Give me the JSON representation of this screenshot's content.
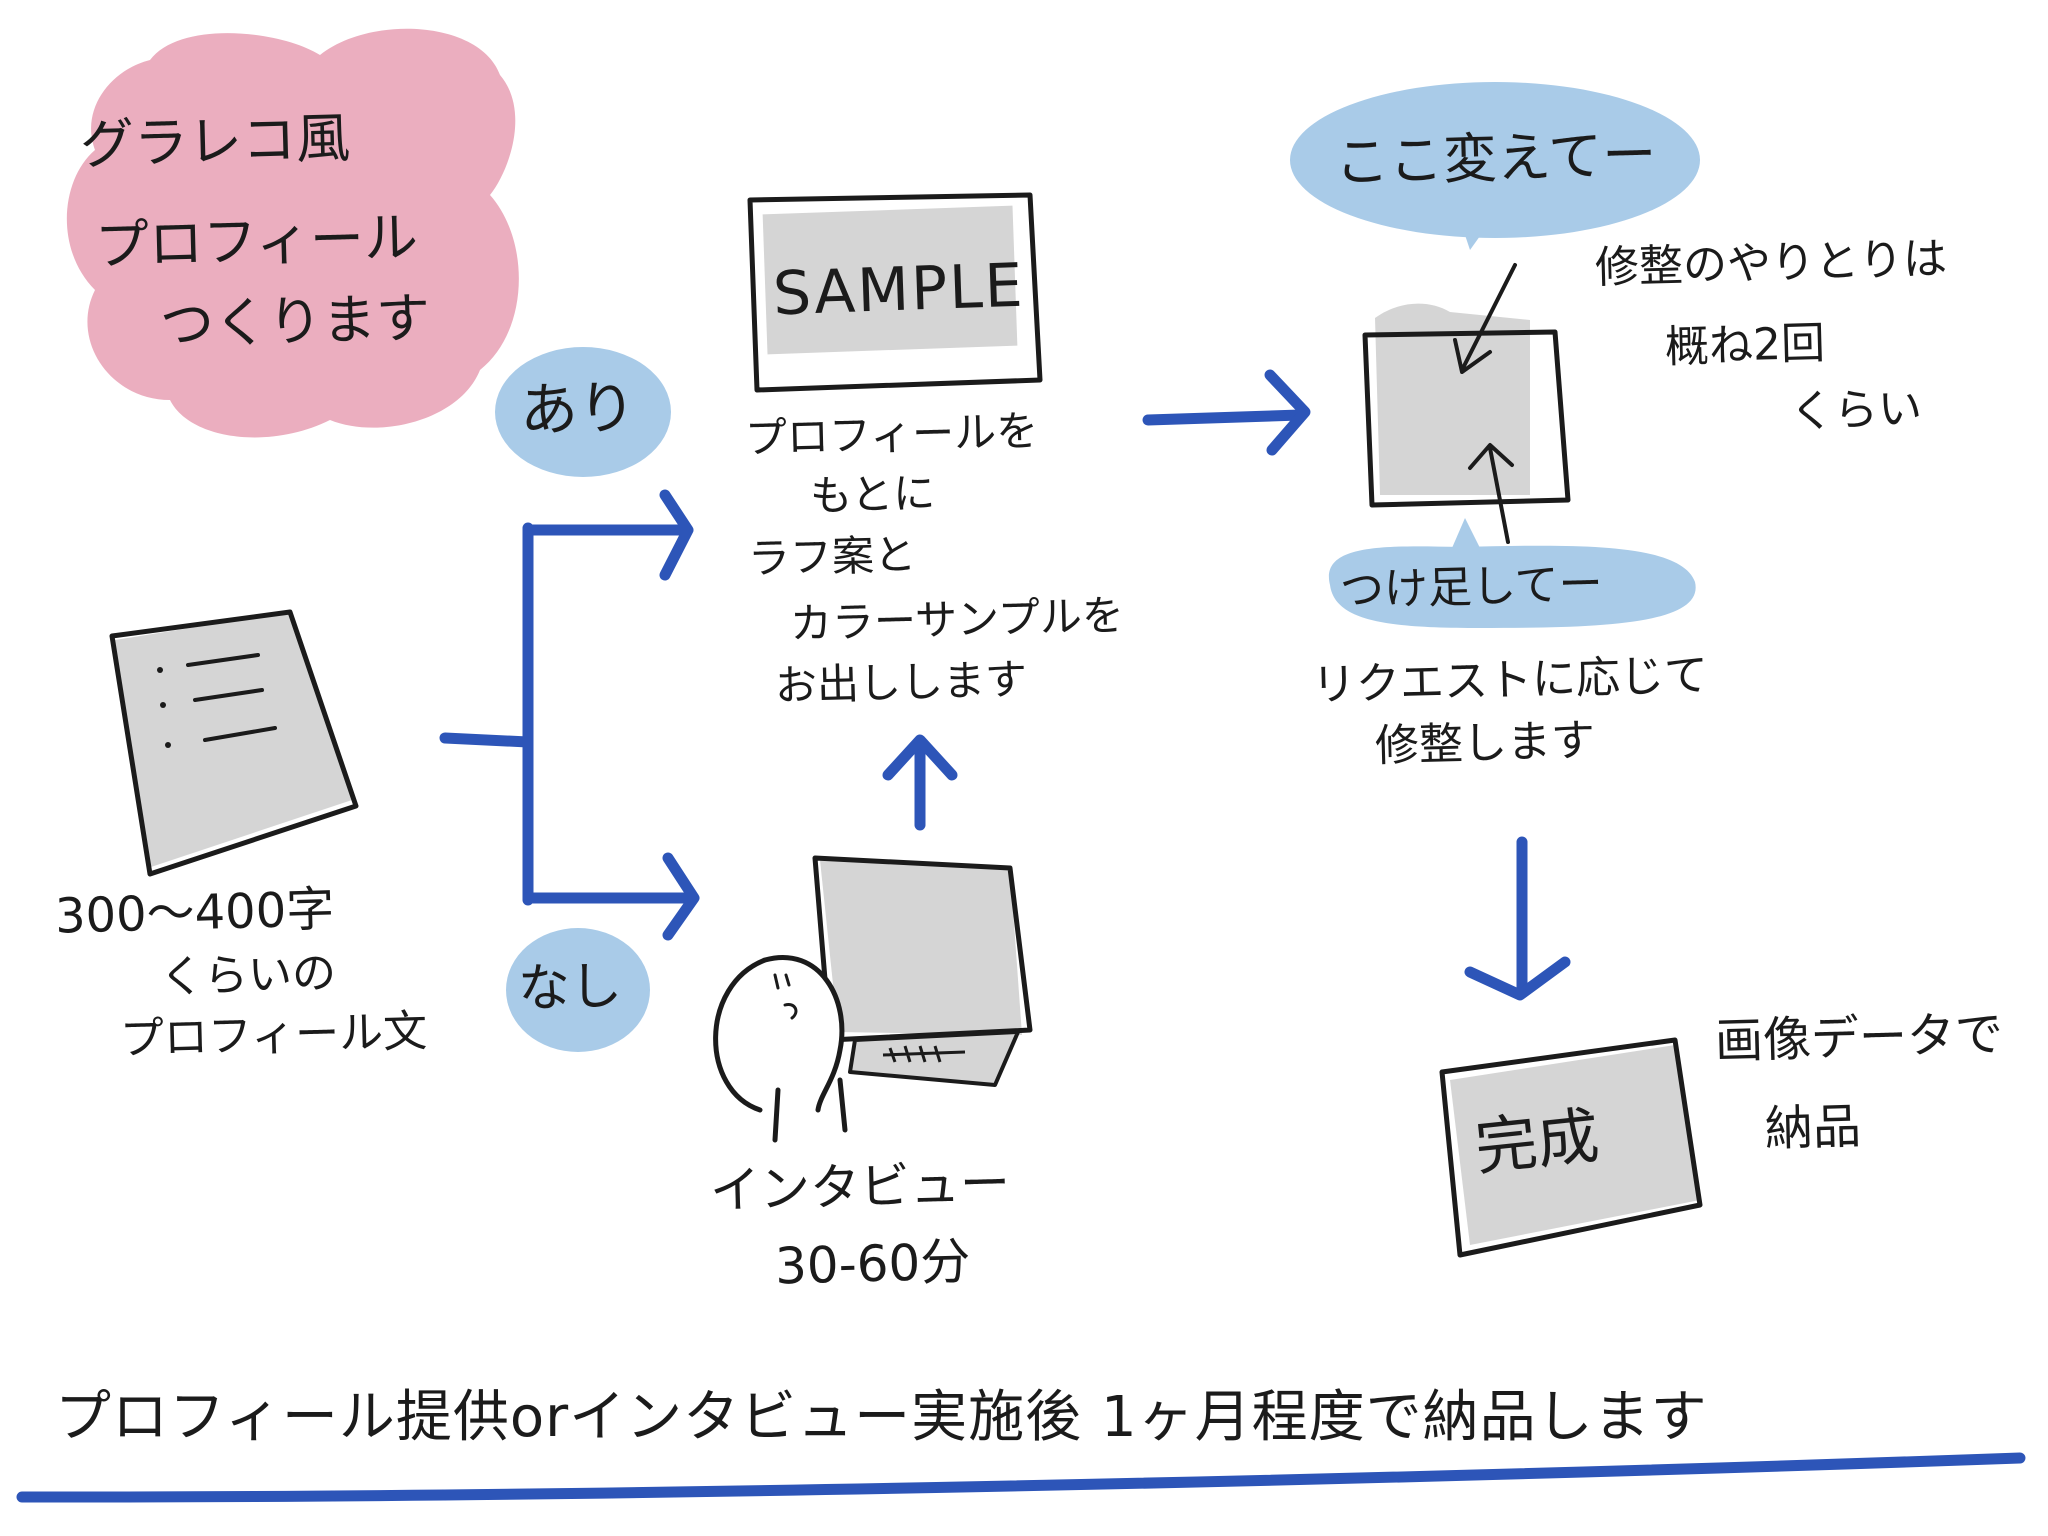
{
  "colors": {
    "pink_blob": "#ebaebf",
    "blue_bubble": "#a9cbe8",
    "arrow_blue": "#2d55b8",
    "gray_fill": "#d5d5d5",
    "ink": "#1b1b1b"
  },
  "title_bubble": {
    "lines": [
      "グラレコ風",
      "プロフィール",
      "つくります"
    ]
  },
  "left": {
    "document_icon": "document-icon",
    "caption_lines": [
      "300～400字",
      "くらいの",
      "プロフィール文"
    ]
  },
  "branch": {
    "yes_label": "あり",
    "no_label": "なし"
  },
  "sample": {
    "card_text": "SAMPLE",
    "caption_lines": [
      "プロフィールを",
      "もとに",
      "ラフ案と",
      "カラーサンプルを",
      "お出しします"
    ]
  },
  "interview": {
    "icon": "person-with-laptop-icon",
    "caption_lines": [
      "インタビュー",
      "30-60分"
    ]
  },
  "revise": {
    "bubble_top": "ここ変えてー",
    "bubble_bottom": "つけ足してー",
    "caption_lines": [
      "リクエストに応じて",
      "修整します"
    ],
    "note_lines": [
      "修整のやりとりは",
      "概ね2回",
      "くらい"
    ]
  },
  "complete": {
    "card_text": "完成",
    "note_lines": [
      "画像データで",
      "納品"
    ]
  },
  "footer": {
    "text": "プロフィール提供orインタビュー実施後 1ヶ月程度で納品します"
  }
}
